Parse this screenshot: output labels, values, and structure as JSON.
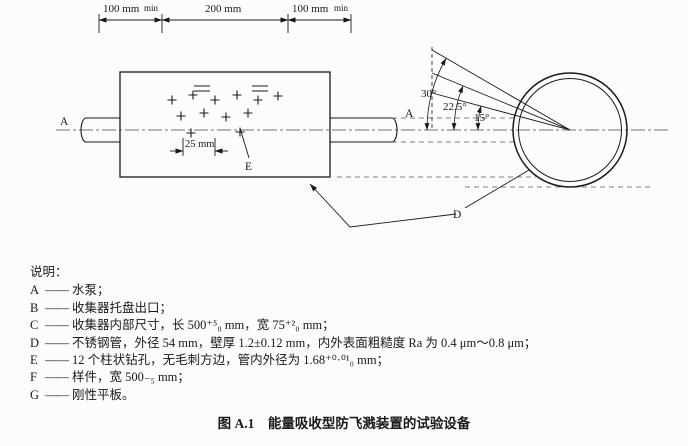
{
  "colors": {
    "ink": "#1a1a1a",
    "background": "#fcfcfa"
  },
  "diagram": {
    "dims": {
      "left": "100 mm",
      "left_min": "min",
      "mid": "200 mm",
      "right": "100 mm",
      "right_min": "min",
      "hole_pitch": "25 mm"
    },
    "angles": {
      "deg30": "30°",
      "deg225": "22.5°",
      "deg15": "15°"
    },
    "labels": {
      "axis_left": "A",
      "axis_right": "A",
      "holes": "E",
      "tube": "D"
    }
  },
  "legend": {
    "title": "说明：",
    "dash": "——",
    "items": [
      {
        "key": "A",
        "text": "水泵；"
      },
      {
        "key": "B",
        "text": "收集器托盘出口；"
      },
      {
        "key": "C",
        "text": "收集器内部尺寸，长 500⁺⁵₀ mm，宽 75⁺²₀ mm；"
      },
      {
        "key": "D",
        "text": "不锈钢管，外径 54 mm，壁厚 1.2±0.12 mm，内外表面粗糙度 Ra 为 0.4 μm～0.8 μm；"
      },
      {
        "key": "E",
        "text": "12 个柱状钻孔，无毛刺方边，管内外径为 1.68⁺⁰·⁰¹₀ mm；"
      },
      {
        "key": "F",
        "text": "样件，宽 500₋₅ mm；"
      },
      {
        "key": "G",
        "text": "刚性平板。"
      }
    ]
  },
  "caption": "图 A.1　能量吸收型防飞溅装置的试验设备"
}
